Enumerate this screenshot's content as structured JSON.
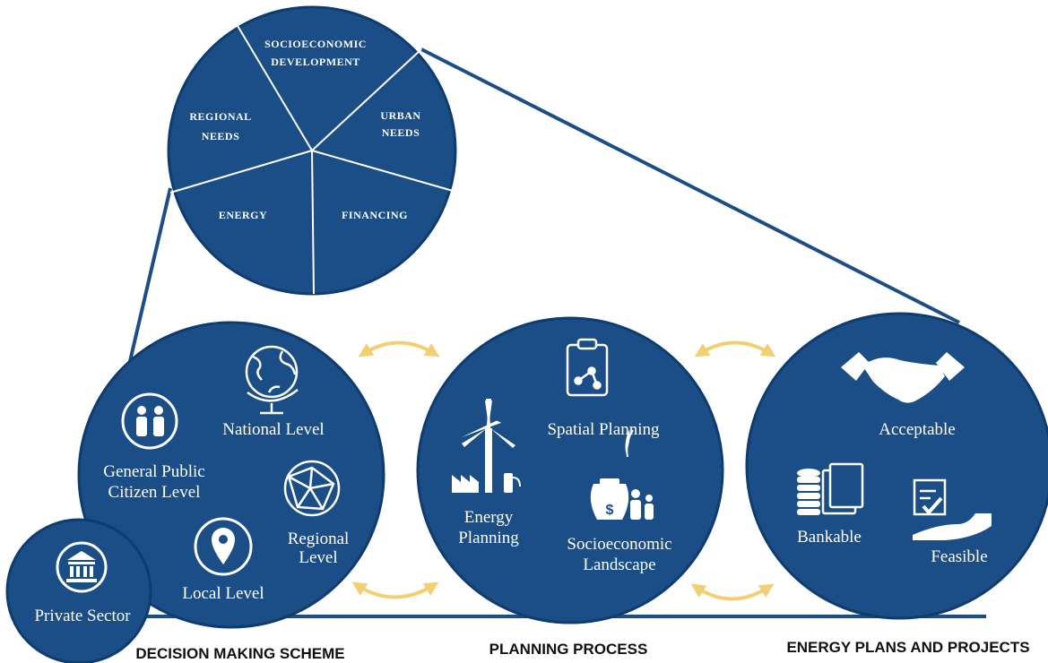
{
  "colors": {
    "primary": "#1b4d86",
    "outline": "#0f3c6e",
    "accent": "#f3cf74",
    "text_light": "#ffffff",
    "text_dark": "#111111"
  },
  "pie": {
    "segments": [
      {
        "line1": "SOCIOECONOMIC",
        "line2": "DEVELOPMENT"
      },
      {
        "line1": "URBAN",
        "line2": "NEEDS"
      },
      {
        "line1": "FINANCING",
        "line2": ""
      },
      {
        "line1": "ENERGY",
        "line2": ""
      },
      {
        "line1": "REGIONAL",
        "line2": "NEEDS"
      }
    ]
  },
  "decision": {
    "national": "National Level",
    "general_public_line1": "General Public",
    "general_public_line2": "Citizen Level",
    "regional_line1": "Regional",
    "regional_line2": "Level",
    "local": "Local Level",
    "private_sector": "Private Sector",
    "caption": "DECISION MAKING SCHEME",
    "icons": {
      "national": "globe-icon",
      "general_public": "people-icon",
      "regional": "network-globe-icon",
      "local": "location-pin-icon",
      "private_sector": "bank-building-icon"
    }
  },
  "planning": {
    "spatial": "Spatial Planning",
    "energy_line1": "Energy",
    "energy_line2": "Planning",
    "socio_line1": "Socioeconomic",
    "socio_line2": "Landscape",
    "caption": "PLANNING PROCESS",
    "icons": {
      "spatial": "clipboard-icon",
      "energy": "wind-turbine-factory-icon",
      "socio": "money-bag-people-icon"
    }
  },
  "projects": {
    "acceptable": "Acceptable",
    "bankable": "Bankable",
    "feasible": "Feasible",
    "caption": "ENERGY PLANS AND PROJECTS",
    "icons": {
      "acceptable": "handshake-icon",
      "bankable": "coins-stack-icon",
      "feasible": "checklist-hand-icon"
    }
  }
}
